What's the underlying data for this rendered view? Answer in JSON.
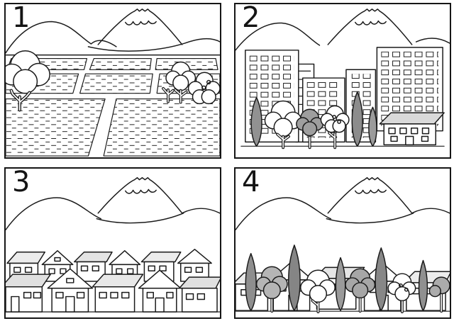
{
  "palette": {
    "line": "#1a1a1a",
    "roof_shade": "#e6e6e6",
    "tree_mid": "#b0b0b0",
    "tree_dark": "#8c8c8c",
    "roof_house": "#d9d9d9"
  },
  "panels": [
    {
      "label": "1",
      "description": "rice fields and scattered trees below Mount Fuji"
    },
    {
      "label": "2",
      "description": "city high-rise buildings with street trees below Mount Fuji"
    },
    {
      "label": "3",
      "description": "rows of suburban houses below Mount Fuji"
    },
    {
      "label": "4",
      "description": "suburban houses surrounded by many trees below Mount Fuji"
    }
  ]
}
